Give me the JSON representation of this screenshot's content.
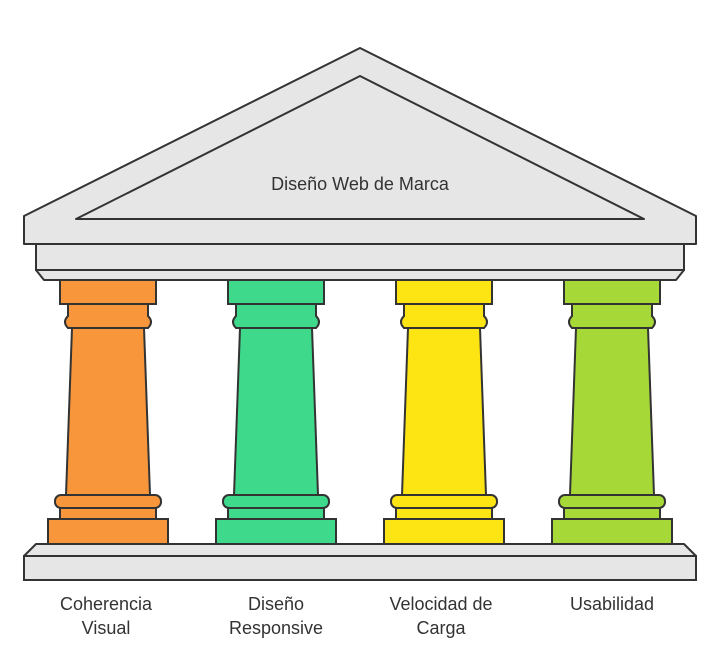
{
  "title": "Diseño Web de Marca",
  "pillars": [
    {
      "label_lines": [
        "Coherencia",
        "Visual"
      ],
      "color": "#F7963B"
    },
    {
      "label_lines": [
        "Diseño",
        "Responsive"
      ],
      "color": "#3FD98B"
    },
    {
      "label_lines": [
        "Velocidad de",
        "Carga"
      ],
      "color": "#FDE513"
    },
    {
      "label_lines": [
        "Usabilidad"
      ],
      "color": "#A6D937"
    }
  ],
  "colors": {
    "stone": "#E6E6E6",
    "outline": "#333333"
  }
}
